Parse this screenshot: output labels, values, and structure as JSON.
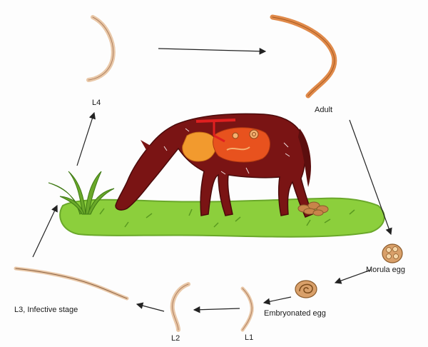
{
  "stages": {
    "l4": "L4",
    "adult": "Adult",
    "morula_egg": "Morula egg",
    "embryonated_egg": "Embryonated egg",
    "l1": "L1",
    "l2": "L2",
    "l3": "L3, Infective stage"
  },
  "colors": {
    "horse": "#7a1414",
    "horse_dark": "#5c0e0e",
    "grass": "#8ccf3c",
    "grass_dark": "#6aa82a",
    "worm_pale": "#e9c8a8",
    "worm_adult": "#e08a4a",
    "stomach": "#f29a2e",
    "intestine": "#e8521e",
    "egg_fill": "#d9a06a",
    "egg_outline": "#8a5a2a",
    "arrow": "#222222"
  },
  "icons": [
    "horse-illustration",
    "grass-tuft",
    "worm-larva",
    "adult-worm",
    "egg",
    "manure-pile"
  ]
}
